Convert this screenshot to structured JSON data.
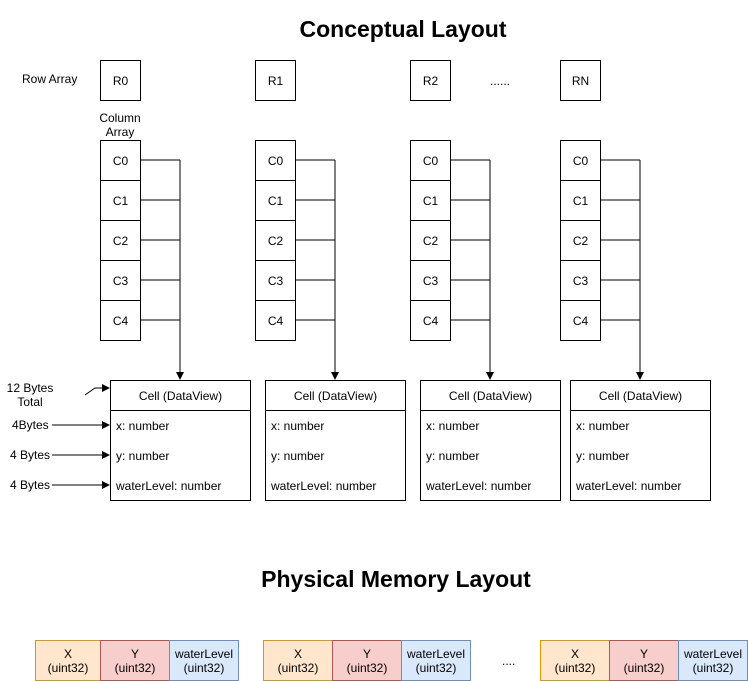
{
  "titles": {
    "conceptual": "Conceptual Layout",
    "physical": "Physical Memory Layout"
  },
  "labels": {
    "row_array": "Row Array",
    "column_array_line1": "Column",
    "column_array_line2": "Array",
    "row_ellipsis": "......",
    "mem_ellipsis": "....",
    "bytes_total_line1": "12 Bytes",
    "bytes_total_line2": "Total",
    "bytes_x": "4Bytes",
    "bytes_y": "4 Bytes",
    "bytes_water": "4 Bytes"
  },
  "rows": [
    {
      "label": "R0",
      "columns": [
        "C0",
        "C1",
        "C2",
        "C3",
        "C4"
      ],
      "cell": {
        "title": "Cell (DataView)",
        "fields": [
          "x: number",
          "y: number",
          "waterLevel: number"
        ]
      }
    },
    {
      "label": "R1",
      "columns": [
        "C0",
        "C1",
        "C2",
        "C3",
        "C4"
      ],
      "cell": {
        "title": "Cell (DataView)",
        "fields": [
          "x: number",
          "y: number",
          "waterLevel: number"
        ]
      }
    },
    {
      "label": "R2",
      "columns": [
        "C0",
        "C1",
        "C2",
        "C3",
        "C4"
      ],
      "cell": {
        "title": "Cell (DataView)",
        "fields": [
          "x: number",
          "y: number",
          "waterLevel: number"
        ]
      }
    },
    {
      "label": "RN",
      "columns": [
        "C0",
        "C1",
        "C2",
        "C3",
        "C4"
      ],
      "cell": {
        "title": "Cell (DataView)",
        "fields": [
          "x: number",
          "y: number",
          "waterLevel: number"
        ]
      }
    }
  ],
  "memory_groups": [
    {
      "blocks": [
        {
          "name": "X",
          "type": "(uint32)",
          "color": "#ffe6cc",
          "border": "#d79b00"
        },
        {
          "name": "Y",
          "type": "(uint32)",
          "color": "#f8cecc",
          "border": "#b85450"
        },
        {
          "name": "waterLevel",
          "type": "(uint32)",
          "color": "#dae8fc",
          "border": "#6c8ebf"
        }
      ]
    },
    {
      "blocks": [
        {
          "name": "X",
          "type": "(uint32)",
          "color": "#ffe6cc",
          "border": "#d79b00"
        },
        {
          "name": "Y",
          "type": "(uint32)",
          "color": "#f8cecc",
          "border": "#b85450"
        },
        {
          "name": "waterLevel",
          "type": "(uint32)",
          "color": "#dae8fc",
          "border": "#6c8ebf"
        }
      ]
    },
    {
      "blocks": [
        {
          "name": "X",
          "type": "(uint32)",
          "color": "#ffe6cc",
          "border": "#d79b00"
        },
        {
          "name": "Y",
          "type": "(uint32)",
          "color": "#f8cecc",
          "border": "#b85450"
        },
        {
          "name": "waterLevel",
          "type": "(uint32)",
          "color": "#dae8fc",
          "border": "#6c8ebf"
        }
      ]
    }
  ]
}
